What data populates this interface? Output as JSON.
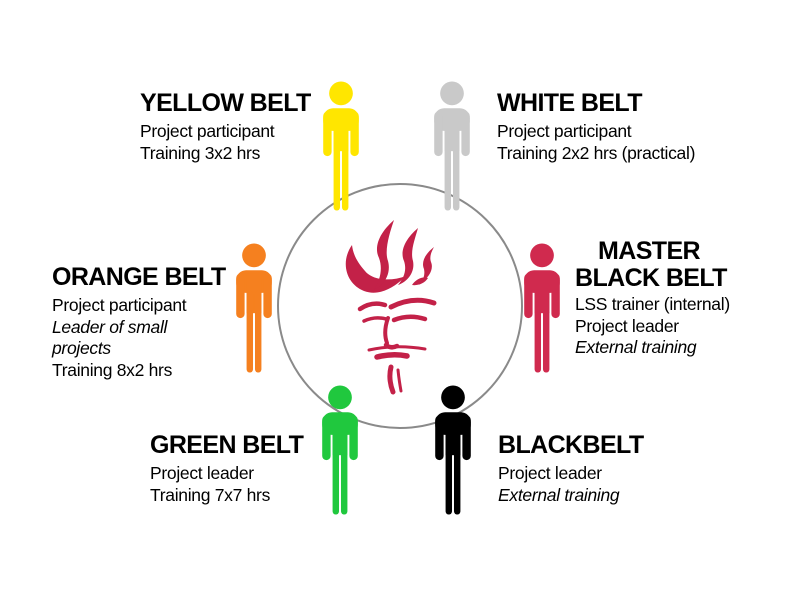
{
  "background": "#FFFFFF",
  "text_color": "#000000",
  "center": {
    "logo": "flame-face-logo",
    "logo_color": "#C32148",
    "ring_color": "#8A8A8A"
  },
  "belts": [
    {
      "id": "yellow-belt",
      "name": "YELLOW BELT",
      "color": "#FFE600",
      "lines": [
        {
          "text": "Project participant",
          "italic": false
        },
        {
          "text": "Training 3x2 hrs",
          "italic": false
        }
      ]
    },
    {
      "id": "white-belt",
      "name": "WHITE BELT",
      "color": "#C9C9C9",
      "lines": [
        {
          "text": "Project participant",
          "italic": false
        },
        {
          "text": "Training 2x2 hrs (practical)",
          "italic": false
        }
      ]
    },
    {
      "id": "orange-belt",
      "name": "ORANGE BELT",
      "color": "#F5801F",
      "lines": [
        {
          "text": "Project participant",
          "italic": false
        },
        {
          "text": "Leader of small",
          "italic": true
        },
        {
          "text": "projects",
          "italic": true
        },
        {
          "text": "Training 8x2 hrs",
          "italic": false
        }
      ]
    },
    {
      "id": "master-black-belt",
      "name": "MASTER BLACK BELT",
      "name_parts": [
        "MASTER",
        "BLACK BELT"
      ],
      "color": "#D02A4E",
      "lines": [
        {
          "text": "LSS trainer (internal)",
          "italic": false
        },
        {
          "text": "Project leader",
          "italic": false
        },
        {
          "text": "External training",
          "italic": true
        }
      ]
    },
    {
      "id": "green-belt",
      "name": "GREEN BELT",
      "color": "#20C83E",
      "lines": [
        {
          "text": "Project leader",
          "italic": false
        },
        {
          "text": "Training 7x7 hrs",
          "italic": false
        }
      ]
    },
    {
      "id": "black-belt",
      "name": "BLACKBELT",
      "color": "#000000",
      "lines": [
        {
          "text": "Project leader",
          "italic": false
        },
        {
          "text": "External training",
          "italic": true
        }
      ]
    }
  ]
}
